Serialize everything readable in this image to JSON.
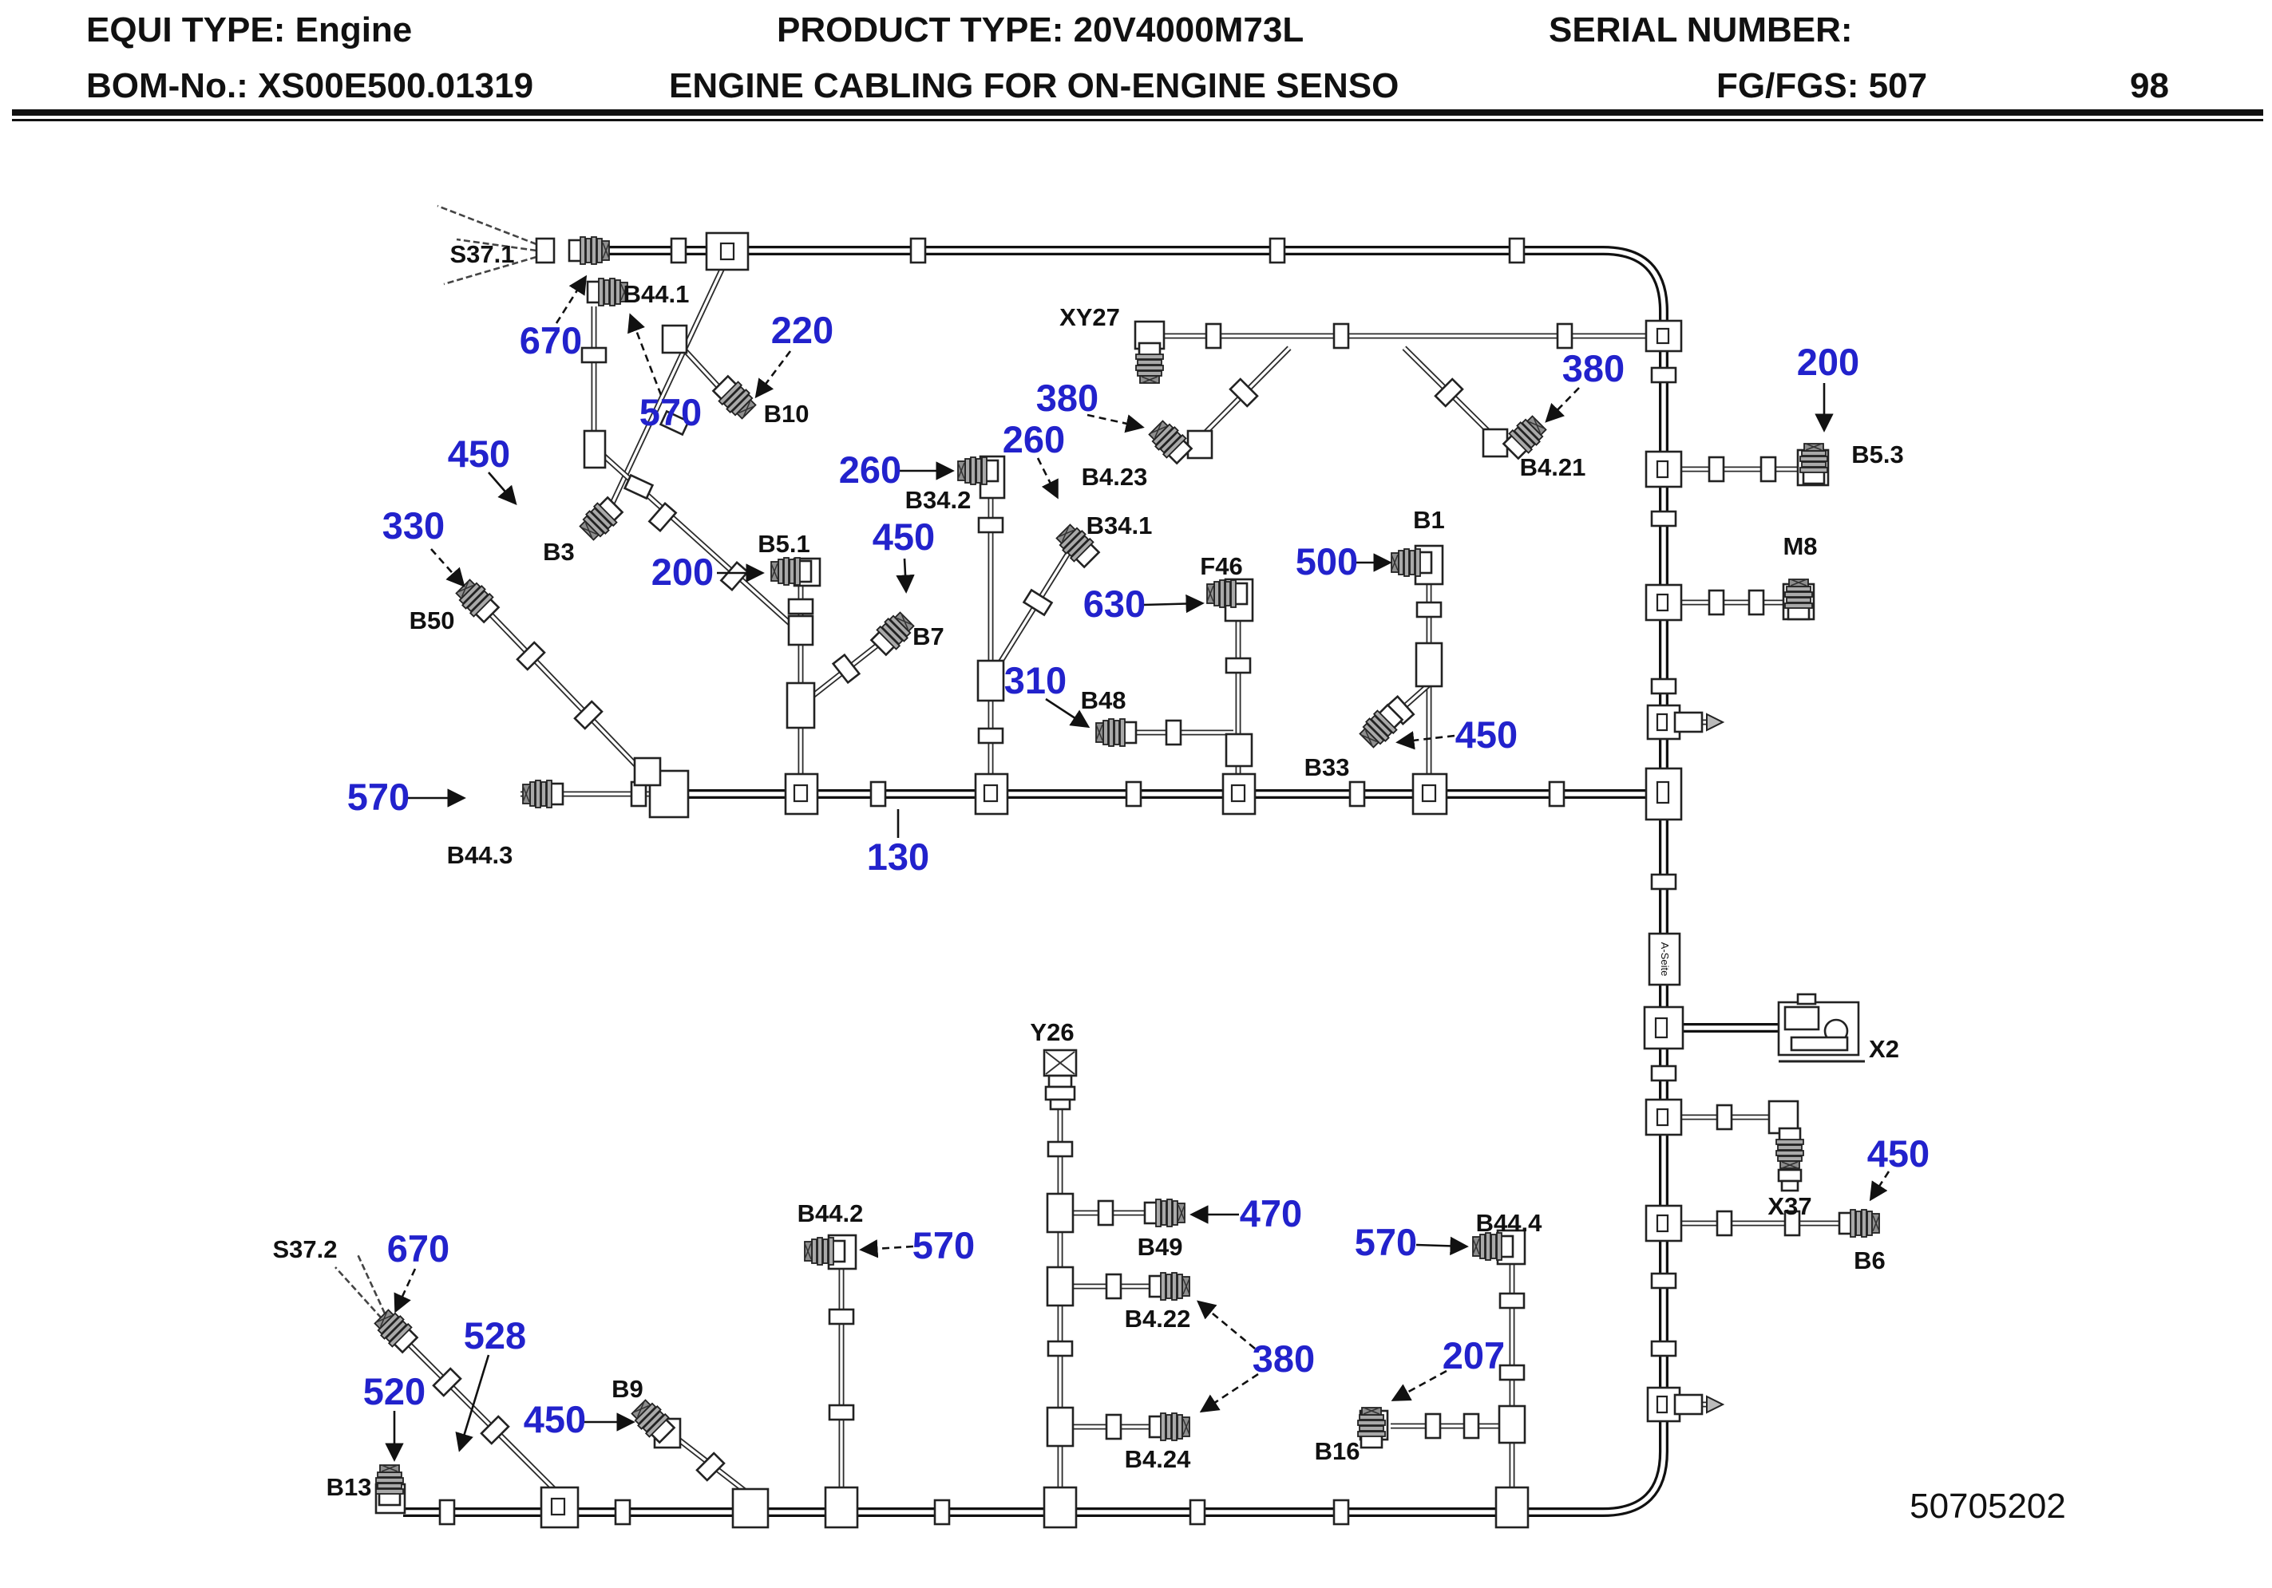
{
  "header": {
    "equi_type": "EQUI TYPE:  Engine",
    "bom_no": "BOM-No.:  XS00E500.01319",
    "product_type": "PRODUCT TYPE:  20V4000M73L",
    "title": "ENGINE CABLING FOR ON-ENGINE SENSO",
    "serial_number": "SERIAL NUMBER:",
    "fg_fgs": "FG/FGS:  507",
    "page": "98"
  },
  "drawing_number": "50705202",
  "trunk_marker": "A-Seite",
  "colors": {
    "accent_blue": "#2222cc",
    "line": "#111111",
    "background": "#ffffff"
  },
  "connector_labels": {
    "s37_1": "S37.1",
    "b44_1": "B44.1",
    "b10": "B10",
    "b3": "B3",
    "b50": "B50",
    "b5_1": "B5.1",
    "b7": "B7",
    "b34_2": "B34.2",
    "b34_1": "B34.1",
    "xy27": "XY27",
    "b4_23": "B4.23",
    "b4_21": "B4.21",
    "f46": "F46",
    "b48": "B48",
    "b1": "B1",
    "b33": "B33",
    "b5_3": "B5.3",
    "m8": "M8",
    "x2": "X2",
    "x37": "X37",
    "b6": "B6",
    "b44_3": "B44.3",
    "y26": "Y26",
    "b49": "B49",
    "b4_22": "B4.22",
    "b4_24": "B4.24",
    "b44_2": "B44.2",
    "b44_4": "B44.4",
    "b16": "B16",
    "s37_2": "S37.2",
    "b13": "B13",
    "b9": "B9"
  },
  "cable_lengths": {
    "s37_1": "670",
    "b3": "450",
    "b44_1": "570",
    "b10": "220",
    "b50": "330",
    "b5_1": "200",
    "b7": "450",
    "b34_2": "260",
    "b34_1": "260",
    "f46": "630",
    "b48": "310",
    "b1": "500",
    "b33": "450",
    "b4_23": "380",
    "b4_21": "380",
    "b5_3": "200",
    "b44_3": "570",
    "bus": "130",
    "b6": "450",
    "s37_2": "670",
    "s37_2_trunk": "528",
    "b13": "520",
    "b9": "450",
    "b44_2": "570",
    "b49": "470",
    "b4_22_b4_24": "380",
    "b44_4": "570",
    "b16": "207"
  },
  "branches": [
    {
      "connector": "S37.1",
      "length": "670"
    },
    {
      "connector": "B44.1",
      "length": "570"
    },
    {
      "connector": "B3",
      "length": "450"
    },
    {
      "connector": "B10",
      "length": "220"
    },
    {
      "connector": "B50",
      "length": "330"
    },
    {
      "connector": "B5.1",
      "length": "200"
    },
    {
      "connector": "B7",
      "length": "450"
    },
    {
      "connector": "B34.2",
      "length": "260"
    },
    {
      "connector": "B34.1",
      "length": "260"
    },
    {
      "connector": "XY27",
      "length": ""
    },
    {
      "connector": "B4.23",
      "length": "380"
    },
    {
      "connector": "B4.21",
      "length": "380"
    },
    {
      "connector": "F46",
      "length": "630"
    },
    {
      "connector": "B48",
      "length": "310"
    },
    {
      "connector": "B1",
      "length": "500"
    },
    {
      "connector": "B33",
      "length": "450"
    },
    {
      "connector": "B5.3",
      "length": "200"
    },
    {
      "connector": "M8",
      "length": ""
    },
    {
      "connector": "B44.3",
      "length": "570"
    },
    {
      "connector": "bus",
      "length": "130"
    },
    {
      "connector": "X2",
      "length": ""
    },
    {
      "connector": "X37",
      "length": ""
    },
    {
      "connector": "B6",
      "length": "450"
    },
    {
      "connector": "S37.2",
      "length": "670"
    },
    {
      "connector": "trunk-bottom-left",
      "length": "528"
    },
    {
      "connector": "B13",
      "length": "520"
    },
    {
      "connector": "B9",
      "length": "450"
    },
    {
      "connector": "B44.2",
      "length": "570"
    },
    {
      "connector": "Y26",
      "length": ""
    },
    {
      "connector": "B49",
      "length": "470"
    },
    {
      "connector": "B4.22",
      "length": "380"
    },
    {
      "connector": "B4.24",
      "length": "380"
    },
    {
      "connector": "B44.4",
      "length": "570"
    },
    {
      "connector": "B16",
      "length": "207"
    }
  ]
}
